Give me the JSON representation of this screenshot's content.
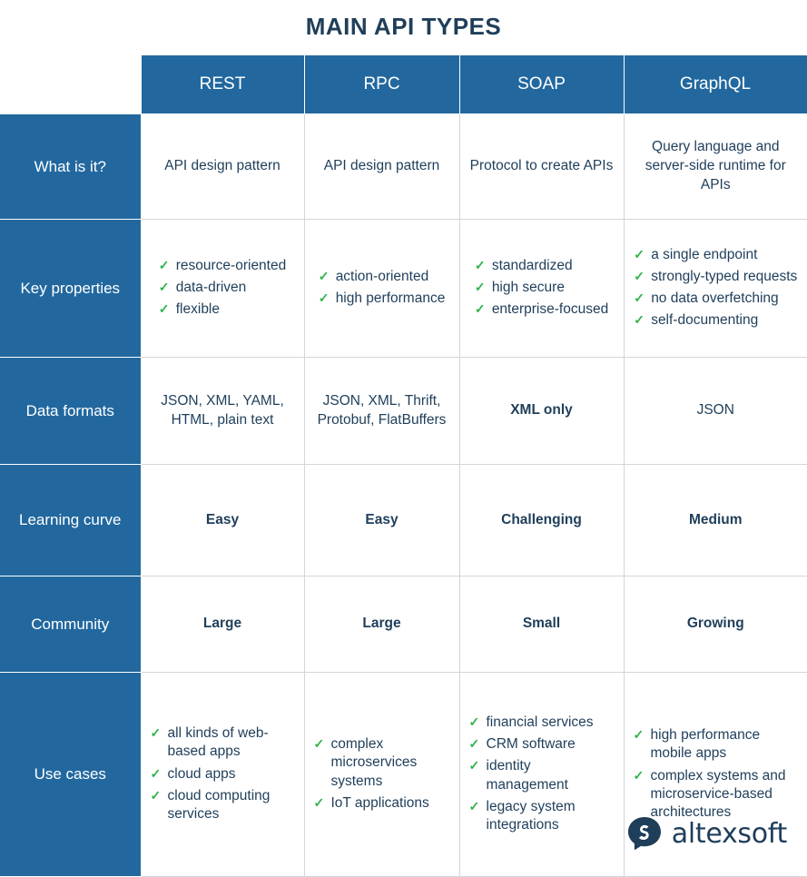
{
  "title": "MAIN API TYPES",
  "colors": {
    "brand_blue": "#22689f",
    "navy_text": "#1f3e5a",
    "green": "#2db34a",
    "red": "#ff1a1a",
    "orange": "#d2691e",
    "grid": "#d2d6d9"
  },
  "table": {
    "corner_label": "",
    "columns": [
      "REST",
      "RPC",
      "SOAP",
      "GraphQL"
    ],
    "rows": [
      {
        "label": "What is it?",
        "cells": [
          {
            "text": "API design pattern"
          },
          {
            "text": "API design pattern"
          },
          {
            "text": "Protocol to create APIs"
          },
          {
            "text": "Query language and server-side runtime for APIs"
          }
        ]
      },
      {
        "label": "Key properties",
        "cells": [
          {
            "items": [
              "resource-oriented",
              "data-driven",
              "flexible"
            ]
          },
          {
            "items": [
              "action-oriented",
              "high performance"
            ]
          },
          {
            "items": [
              "standardized",
              "high secure",
              "enterprise-focused"
            ]
          },
          {
            "items": [
              "a single endpoint",
              "strongly-typed requests",
              "no data overfetching",
              "self-documenting"
            ]
          }
        ]
      },
      {
        "label": "Data formats",
        "cells": [
          {
            "text": "JSON, XML, YAML, HTML, plain text",
            "color": "navy"
          },
          {
            "text": "JSON, XML, Thrift, Protobuf, FlatBuffers",
            "color": "navy"
          },
          {
            "text": "XML only",
            "color": "red"
          },
          {
            "text": "JSON",
            "color": "navy"
          }
        ]
      },
      {
        "label": "Learning curve",
        "cells": [
          {
            "text": "Easy",
            "color": "green"
          },
          {
            "text": "Easy",
            "color": "green"
          },
          {
            "text": "Challenging",
            "color": "red"
          },
          {
            "text": "Medium",
            "color": "orange"
          }
        ]
      },
      {
        "label": "Community",
        "cells": [
          {
            "text": "Large",
            "color": "green"
          },
          {
            "text": "Large",
            "color": "green"
          },
          {
            "text": "Small",
            "color": "red"
          },
          {
            "text": "Growing",
            "color": "orange"
          }
        ]
      },
      {
        "label": "Use cases",
        "cells": [
          {
            "items": [
              "all kinds of web-based apps",
              "cloud apps",
              "cloud computing services"
            ]
          },
          {
            "items": [
              "complex microservices systems",
              "IoT applications"
            ]
          },
          {
            "items": [
              "financial services",
              "CRM software",
              "identity management",
              "legacy system integrations"
            ]
          },
          {
            "items": [
              "high performance mobile apps",
              "complex systems and microservice-based architectures"
            ]
          }
        ]
      }
    ]
  },
  "logo": {
    "mark": "speech-bubble-icon",
    "text": "altexsoft"
  },
  "icons": {
    "check": "✓"
  }
}
